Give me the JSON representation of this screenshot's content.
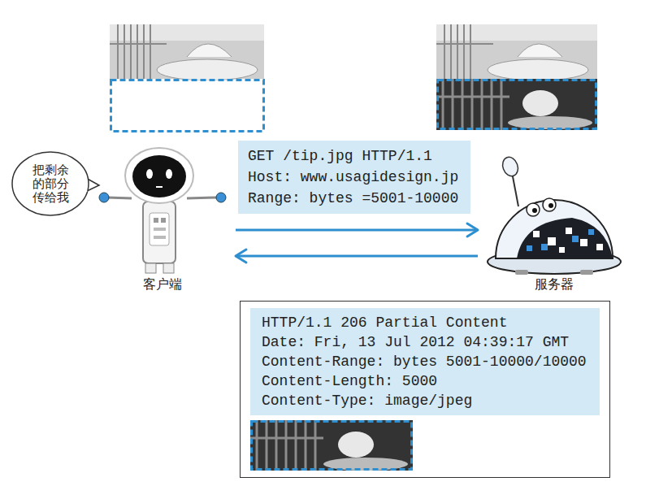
{
  "diagram": {
    "nodes": [
      {
        "text": [
          "把剩余 的部分 传给我"
        ]
      },
      {
        "text": [
          "GET /tip.jpg HTTP/1.1",
          "Host: www.usagidesign.jp",
          "Range: bytes =5001-10000"
        ]
      },
      {
        "text": [
          "客户端"
        ]
      },
      {
        "text": [
          "服务器"
        ]
      },
      {
        "text": [
          "HTTP/1.1 206 Partial Content",
          "Date: Fri, 13 Jul 2012 04:39:17 GMT",
          "Content-Range: bytes 5001-10000/10000",
          "Content-Length: 5000",
          "Content-Type: image/jpeg"
        ]
      }
    ],
    "edges": [
      {
        "from": 2,
        "to": 3,
        "arrow": "to"
      },
      {
        "from": 3,
        "to": 2,
        "arrow": "to"
      }
    ]
  }
}
